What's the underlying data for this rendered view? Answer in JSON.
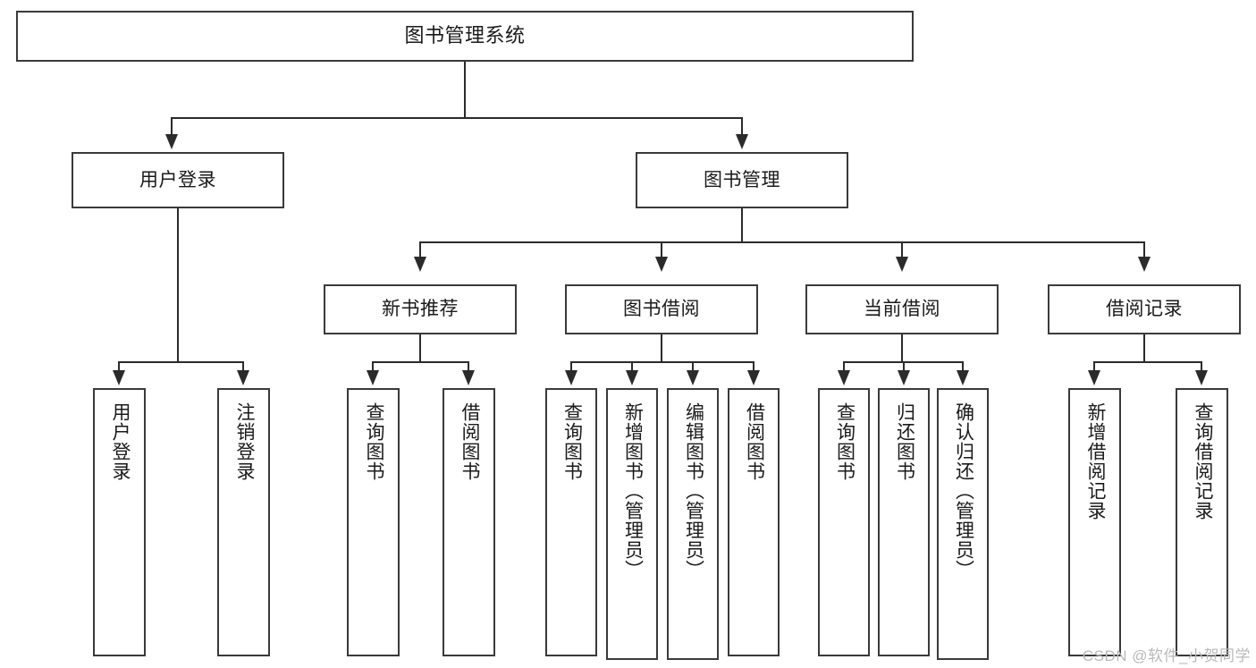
{
  "diagram": {
    "title": "图书管理系统",
    "type": "tree-hierarchy",
    "watermark": "CSDN @软件_小贺同学",
    "root": {
      "label": "图书管理系统"
    },
    "level2": [
      {
        "label": "用户登录"
      },
      {
        "label": "图书管理"
      }
    ],
    "level3": [
      {
        "label": "新书推荐"
      },
      {
        "label": "图书借阅"
      },
      {
        "label": "当前借阅"
      },
      {
        "label": "借阅记录"
      }
    ],
    "leaves": {
      "user_login": [
        {
          "label": "用户登录"
        },
        {
          "label": "注销登录"
        }
      ],
      "new_book_recommend": [
        {
          "label": "查询图书"
        },
        {
          "label": "借阅图书"
        }
      ],
      "book_borrow": [
        {
          "label": "查询图书"
        },
        {
          "label": "新增图书（管理员）"
        },
        {
          "label": "编辑图书（管理员）"
        },
        {
          "label": "借阅图书"
        }
      ],
      "current_borrow": [
        {
          "label": "查询图书"
        },
        {
          "label": "归还图书"
        },
        {
          "label": "确认归还（管理员）"
        }
      ],
      "borrow_record": [
        {
          "label": "新增借阅记录"
        },
        {
          "label": "查询借阅记录"
        }
      ]
    },
    "colors": {
      "box_border": "#3a3a3a",
      "line": "#2b2b2b",
      "background": "#ffffff",
      "text": "#1a1a1a",
      "watermark": "#b9b9b9"
    }
  }
}
